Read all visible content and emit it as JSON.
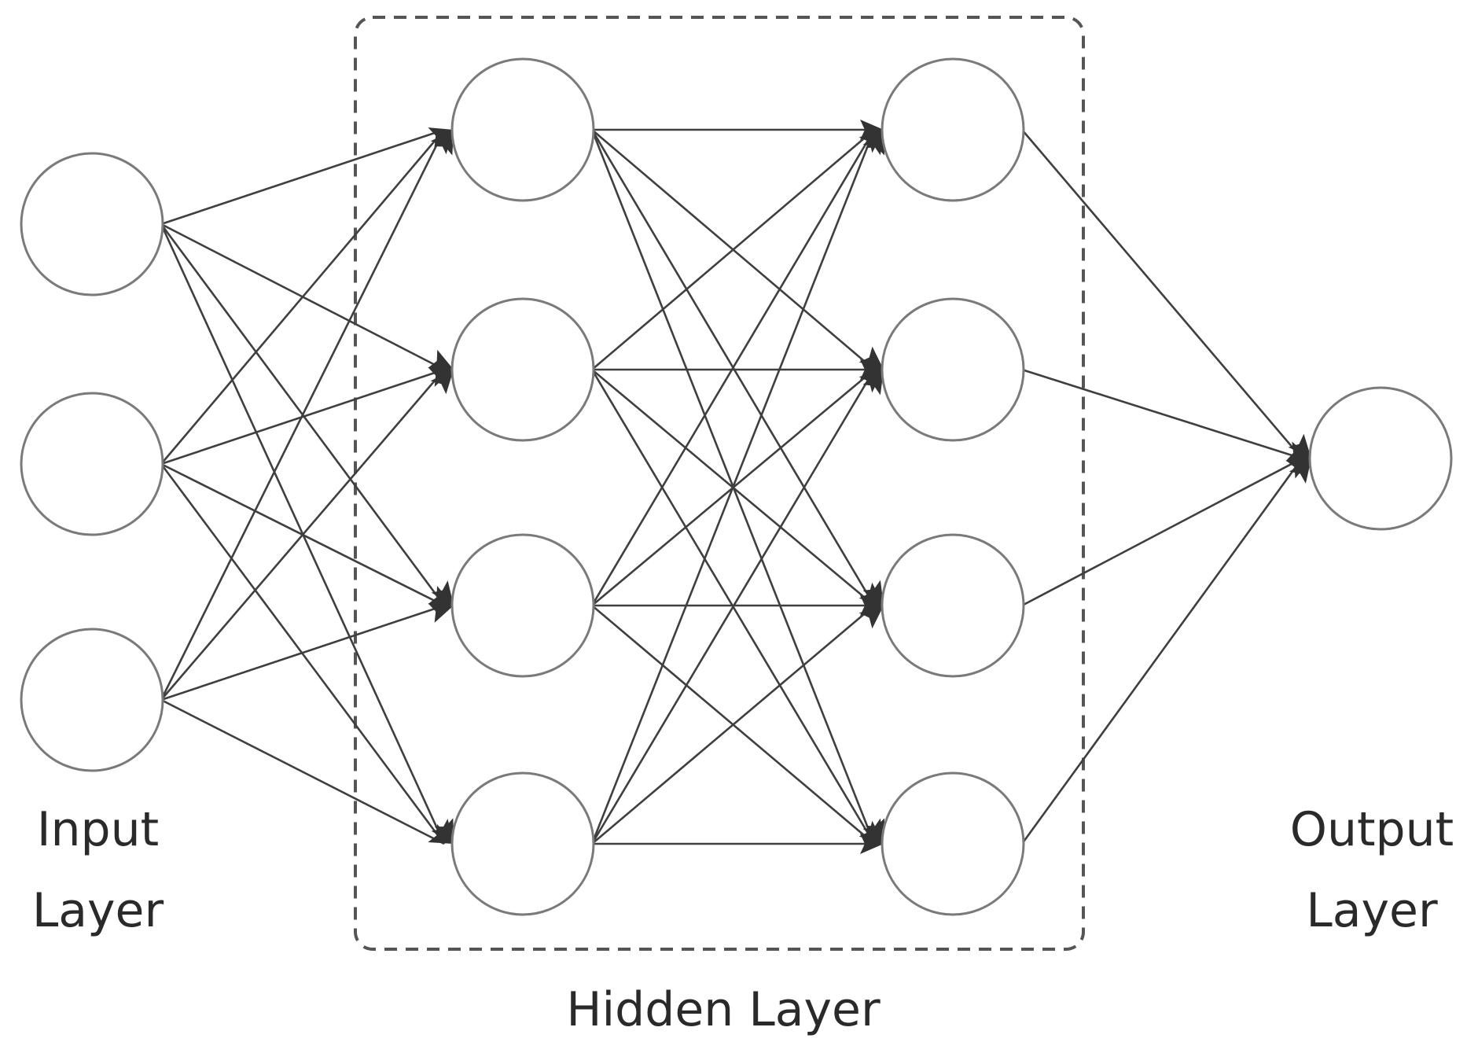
{
  "diagram": {
    "type": "neural-network",
    "layers": [
      {
        "id": "input",
        "node_count": 3,
        "label": [
          "Input",
          "Layer"
        ]
      },
      {
        "id": "hidden1",
        "node_count": 4,
        "group": "hidden"
      },
      {
        "id": "hidden2",
        "node_count": 4,
        "group": "hidden"
      },
      {
        "id": "output",
        "node_count": 1,
        "label": [
          "Output",
          "Layer"
        ]
      }
    ],
    "hidden_group_label": "Hidden Layer",
    "connections": "fully-connected between consecutive layers",
    "colors": {
      "node_stroke": "#7a7a7a",
      "edge": "#3f3f3f",
      "arrowhead": "#333333",
      "group_border": "#555555",
      "text": "#2a2a2a"
    }
  }
}
